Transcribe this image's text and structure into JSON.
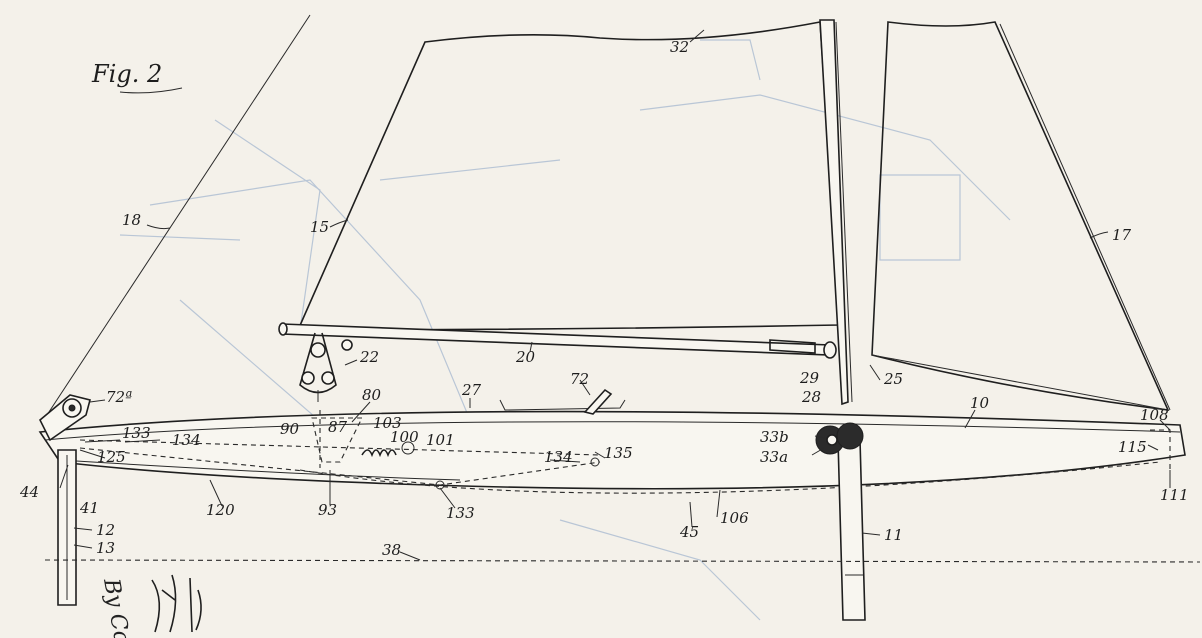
{
  "figure_label": "Fig. 2",
  "labels": {
    "l18": "18",
    "l15": "15",
    "l32": "32",
    "l17": "17",
    "l20": "20",
    "l22": "22",
    "l72a": "72ª",
    "l80": "80",
    "l27": "27",
    "l72": "72",
    "l29": "29",
    "l28": "28",
    "l25": "25",
    "l10": "10",
    "l108": "108",
    "l133a": "133",
    "l134a": "134",
    "l90": "90",
    "l87": "87",
    "l103": "103",
    "l100": "100",
    "l101": "101",
    "l125": "125",
    "l134b": "134",
    "l135": "135",
    "l33b": "33b",
    "l33a": "33a",
    "l115": "115",
    "l111": "111",
    "l44": "44",
    "l120": "120",
    "l93": "93",
    "l133b": "133",
    "l106": "106",
    "l45": "45",
    "l11": "11",
    "l41": "41",
    "l12": "12",
    "l13": "13",
    "l38": "38"
  },
  "signature_text": "By Co",
  "colors": {
    "ink": "#1f1f1f",
    "paper": "#f4f1ea",
    "bleed_through": "#b9c6d6"
  }
}
